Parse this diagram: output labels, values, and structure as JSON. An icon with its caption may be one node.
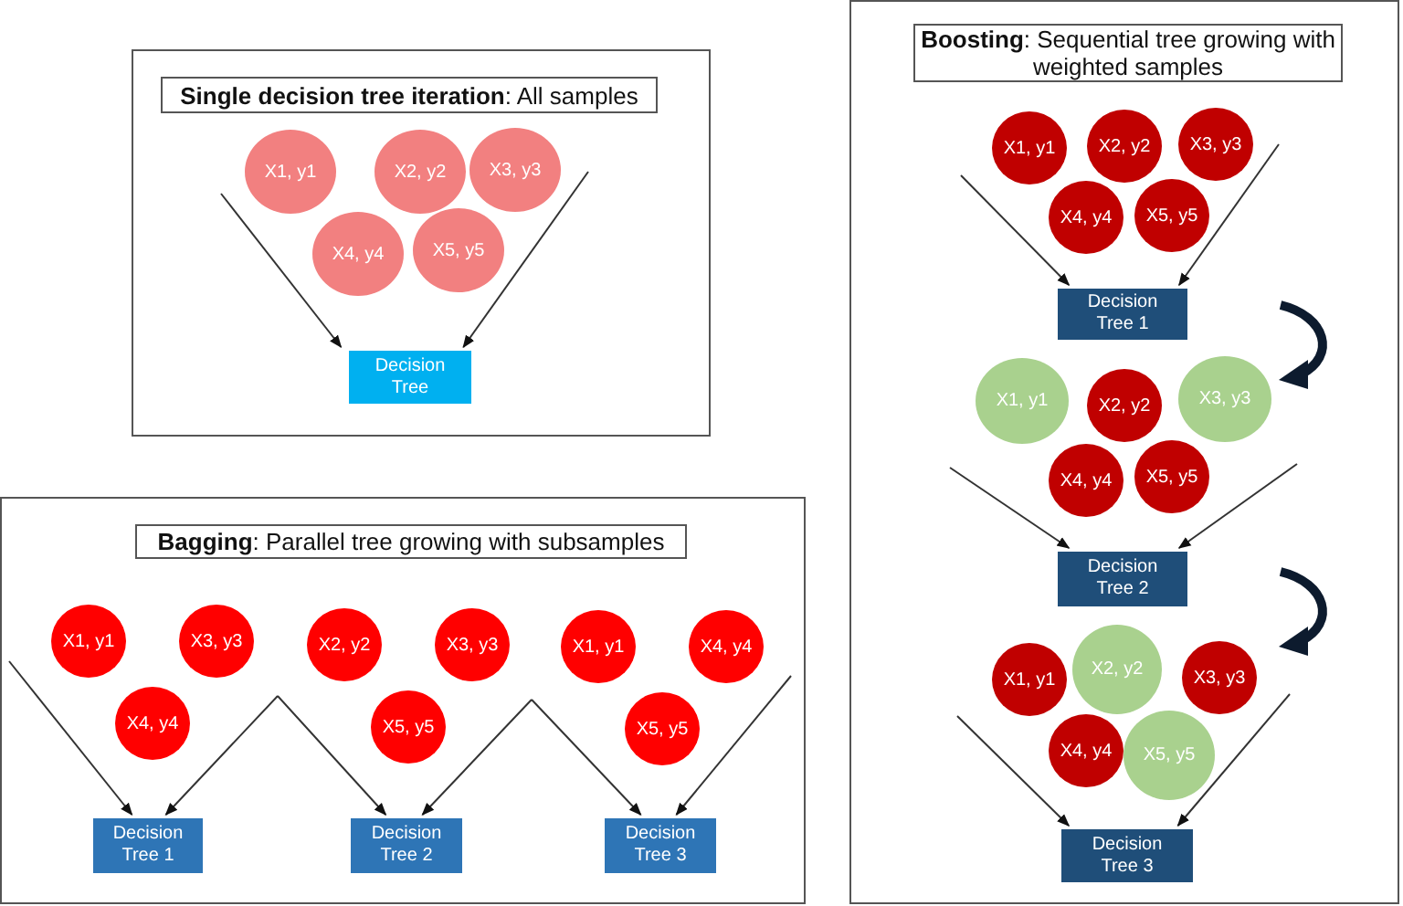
{
  "diagram": {
    "nodes": [
      {
        "text": [],
        "shape": "box"
      },
      {
        "text": [
          "**Single decision tree iteration**: All samples"
        ],
        "in": 0
      },
      {
        "text": [
          "X1, y1"
        ],
        "in": 0
      },
      {
        "text": [
          "X2, y2"
        ],
        "in": 0
      },
      {
        "text": [
          "X3, y3"
        ],
        "in": 0
      },
      {
        "text": [
          "X4, y4"
        ],
        "in": 0
      },
      {
        "text": [
          "X5, y5"
        ],
        "in": 0
      },
      {
        "text": [
          "Decision Tree"
        ],
        "in": 0
      },
      {
        "text": [],
        "shape": "box"
      },
      {
        "text": [
          "**Bagging**: Parallel tree growing with subsamples"
        ],
        "in": 8
      },
      {
        "text": [
          "X1, y1"
        ],
        "in": 8
      },
      {
        "text": [
          "X3, y3"
        ],
        "in": 8
      },
      {
        "text": [
          "X4, y4"
        ],
        "in": 8
      },
      {
        "text": [
          "X2, y2"
        ],
        "in": 8
      },
      {
        "text": [
          "X3, y3"
        ],
        "in": 8
      },
      {
        "text": [
          "X5, y5"
        ],
        "in": 8
      },
      {
        "text": [
          "X1, y1"
        ],
        "in": 8
      },
      {
        "text": [
          "X4, y4"
        ],
        "in": 8
      },
      {
        "text": [
          "X5, y5"
        ],
        "in": 8
      },
      {
        "text": [
          "Decision Tree 1"
        ],
        "in": 8
      },
      {
        "text": [
          "Decision Tree 2"
        ],
        "in": 8
      },
      {
        "text": [
          "Decision Tree 3"
        ],
        "in": 8
      },
      {
        "text": [],
        "shape": "box"
      },
      {
        "text": [
          "**Boosting**: Sequential tree growing with weighted samples"
        ],
        "in": 22
      },
      {
        "text": [
          "X1, y1"
        ],
        "in": 22
      },
      {
        "text": [
          "X2, y2"
        ],
        "in": 22
      },
      {
        "text": [
          "X3, y3"
        ],
        "in": 22
      },
      {
        "text": [
          "X4, y4"
        ],
        "in": 22
      },
      {
        "text": [
          "X5, y5"
        ],
        "in": 22
      },
      {
        "text": [
          "Decision Tree 1"
        ],
        "in": 22
      },
      {
        "text": [
          "X1, y1"
        ],
        "in": 22
      },
      {
        "text": [
          "X2, y2"
        ],
        "in": 22
      },
      {
        "text": [
          "X3, y3"
        ],
        "in": 22
      },
      {
        "text": [
          "X4, y4"
        ],
        "in": 22
      },
      {
        "text": [
          "X5, y5"
        ],
        "in": 22
      },
      {
        "text": [
          "Decision Tree 2"
        ],
        "in": 22
      },
      {
        "text": [
          "X1, y1"
        ],
        "in": 22
      },
      {
        "text": [
          "X2, y2"
        ],
        "in": 22
      },
      {
        "text": [
          "X3, y3"
        ],
        "in": 22
      },
      {
        "text": [
          "X4, y4"
        ],
        "in": 22
      },
      {
        "text": [
          "X5, y5"
        ],
        "in": 22
      },
      {
        "text": [
          "Decision Tree 3"
        ],
        "in": 22
      }
    ],
    "edges": [
      {
        "from": null,
        "to": 7,
        "arrow": "to"
      },
      {
        "from": null,
        "to": 7,
        "arrow": "to"
      },
      {
        "from": null,
        "to": 19,
        "arrow": "to"
      },
      {
        "from": null,
        "to": 19,
        "arrow": "to"
      },
      {
        "from": null,
        "to": 20,
        "arrow": "to"
      },
      {
        "from": null,
        "to": 20,
        "arrow": "to"
      },
      {
        "from": null,
        "to": 21,
        "arrow": "to"
      },
      {
        "from": null,
        "to": 21,
        "arrow": "to"
      },
      {
        "from": null,
        "to": 29,
        "arrow": "to"
      },
      {
        "from": null,
        "to": 29,
        "arrow": "to"
      },
      {
        "from": null,
        "to": 35,
        "arrow": "to"
      },
      {
        "from": null,
        "to": 35,
        "arrow": "to"
      },
      {
        "from": null,
        "to": 41,
        "arrow": "to"
      },
      {
        "from": null,
        "to": 41,
        "arrow": "to"
      }
    ]
  }
}
